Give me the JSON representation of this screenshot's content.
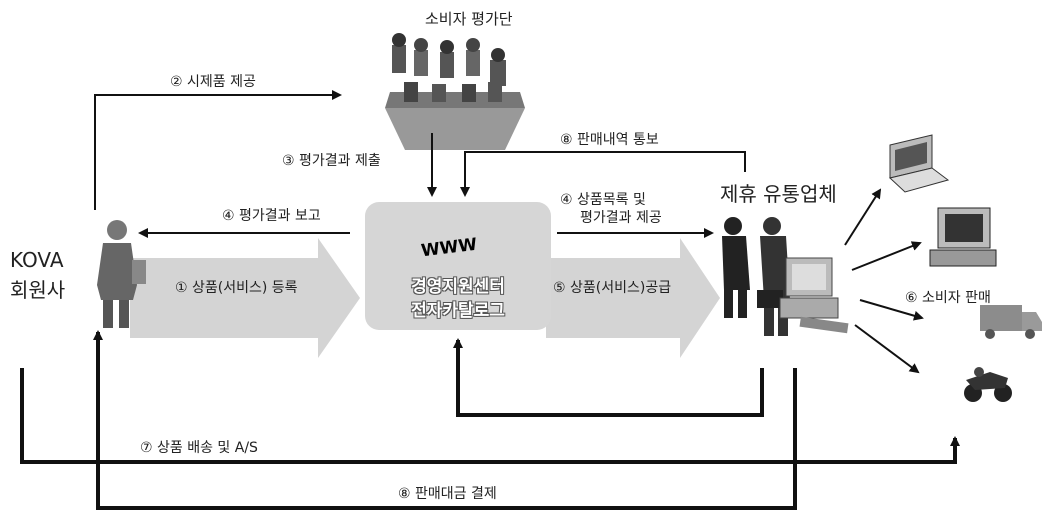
{
  "title_panel": "소비자 평가단",
  "kova": {
    "line1": "KOVA",
    "line2": "회원사"
  },
  "partner": "제휴 유통업체",
  "center": {
    "line1": "경영지원센터",
    "line2": "전자카탈로그",
    "www": "WWW"
  },
  "steps": {
    "s2": "② 시제품 제공",
    "s3": "③ 평가결과 제출",
    "s8a": "⑧ 판매내역 통보",
    "s4a": "④ 평가결과 보고",
    "s4b_1": "④ 상품목록 및",
    "s4b_2": "평가결과 제공",
    "s1": "① 상품(서비스) 등록",
    "s5": "⑤ 상품(서비스)공급",
    "s6": "⑥ 소비자 판매",
    "s7": "⑦ 상품 배송 및 A/S",
    "s8b": "⑧ 판매대금 결제"
  },
  "icons": [
    "meeting-table-icon",
    "person-icon",
    "globe-icon",
    "handshake-icon",
    "computer-icon",
    "laptop-icon",
    "terminal-icon",
    "truck-icon",
    "motorcycle-icon"
  ]
}
